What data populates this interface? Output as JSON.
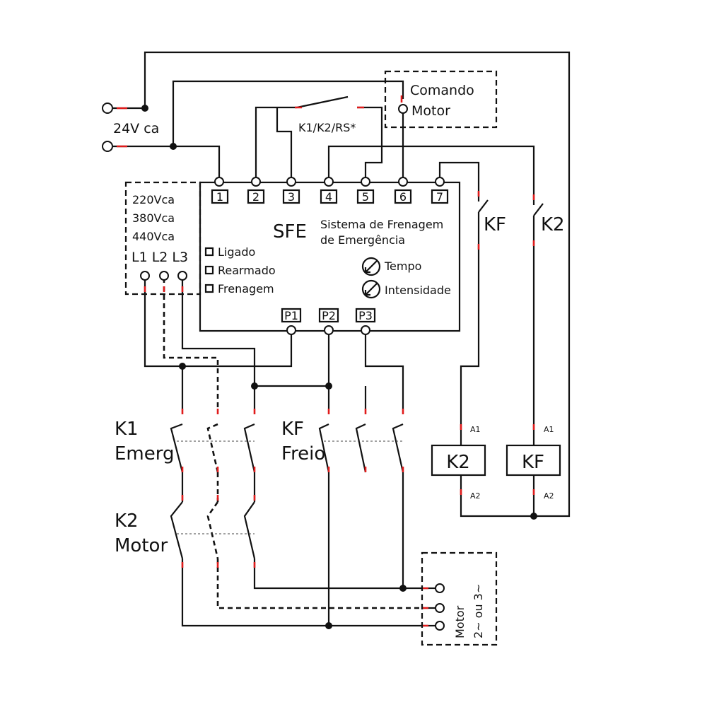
{
  "supply": {
    "label": "24V ca"
  },
  "command": {
    "line1": "Comando",
    "line2": "Motor"
  },
  "contact_label": "K1/K2/RS*",
  "mains": {
    "v1": "220Vca",
    "v2": "380Vca",
    "v3": "440Vca",
    "phases": "L1 L2 L3"
  },
  "sfe": {
    "title": "SFE",
    "subtitle1": "Sistema de Frenagem",
    "subtitle2": "de Emergência",
    "terminals": [
      "1",
      "2",
      "3",
      "4",
      "5",
      "6",
      "7"
    ],
    "outputs": [
      "P1",
      "P2",
      "P3"
    ],
    "leds": [
      "Ligado",
      "Rearmado",
      "Frenagem"
    ],
    "knobs": [
      "Tempo",
      "Intensidade"
    ]
  },
  "aux_contacts": {
    "kf": "KF",
    "k2": "K2"
  },
  "contactors": {
    "k1": {
      "name": "K1",
      "desc": "Emerg"
    },
    "kf": {
      "name": "KF",
      "desc": "Freio"
    },
    "k2": {
      "name": "K2",
      "desc": "Motor"
    }
  },
  "coils": {
    "k2": {
      "label": "K2",
      "a1": "A1",
      "a2": "A2"
    },
    "kf": {
      "label": "KF",
      "a1": "A1",
      "a2": "A2"
    }
  },
  "motor": {
    "line1": "Motor",
    "line2": "2~ ou 3~"
  },
  "colors": {
    "wire": "#111111",
    "terminal_mark": "#e01b1b"
  }
}
